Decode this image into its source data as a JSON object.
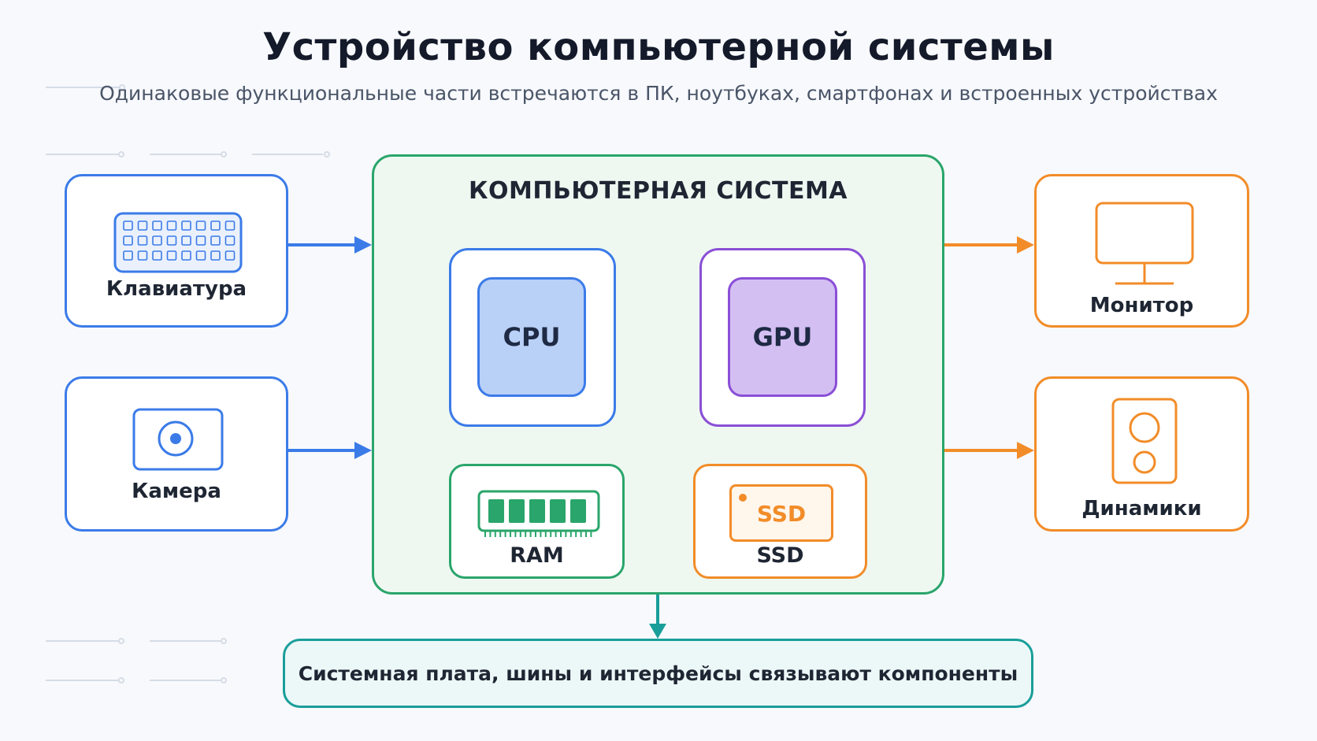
{
  "title": "Устройство компьютерной системы",
  "subtitle": "Одинаковые функциональные части встречаются в ПК, ноутбуках, смартфонах и встроенных устройствах",
  "inputs": [
    {
      "label": "Клавиатура",
      "icon": "keyboard-icon"
    },
    {
      "label": "Камера",
      "icon": "camera-icon"
    }
  ],
  "outputs": [
    {
      "label": "Монитор",
      "icon": "monitor-icon"
    },
    {
      "label": "Динамики",
      "icon": "speaker-icon"
    }
  ],
  "system": {
    "title": "КОМПЬЮТЕРНАЯ СИСТЕМА",
    "cpu": {
      "label": "CPU"
    },
    "gpu": {
      "label": "GPU"
    },
    "ram": {
      "label": "RAM",
      "icon": "ram-icon"
    },
    "ssd": {
      "label": "SSD",
      "icon_text": "SSD",
      "icon": "ssd-icon"
    }
  },
  "bottom": {
    "label": "Системная плата, шины и интерфейсы связывают компоненты"
  },
  "colors": {
    "input": "#3b7be8",
    "output": "#f28c28",
    "system": "#2aa56b",
    "cpu": "#3b7be8",
    "gpu": "#8a4fd6",
    "bus": "#1a9e9a",
    "text": "#141a2a"
  }
}
